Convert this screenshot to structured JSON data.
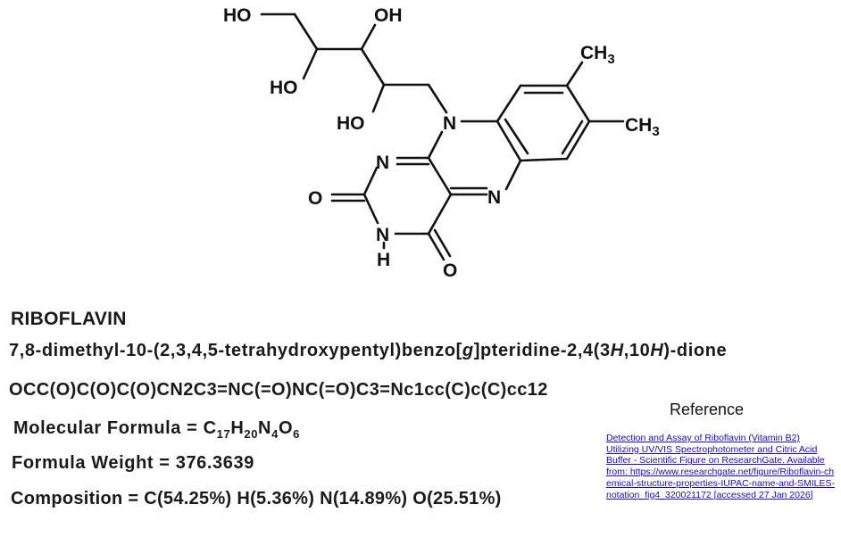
{
  "molecule": {
    "atoms": {
      "ho_top_left": "HO",
      "oh_top": "OH",
      "ho_mid_left": "HO",
      "ho_lower": "HO",
      "n10": "N",
      "n1": "N",
      "n5": "N",
      "nh": "N",
      "h": "H",
      "o_left": "O",
      "o_bottom": "O",
      "ch3_top": "CH3",
      "ch3_right": "CH3"
    }
  },
  "compound": {
    "name": "RIBOFLAVIN",
    "iupac_prefix": "7,8-dimethyl-10-(2,3,4,5-tetrahydroxypentyl)benzo[",
    "iupac_g": "g",
    "iupac_mid": "]pteridine-2,4(3",
    "iupac_h1": "H",
    "iupac_mid2": ",10",
    "iupac_h2": "H",
    "iupac_end": ")-dione",
    "smiles": "OCC(O)C(O)C(O)CN2C3=NC(=O)NC(=O)C3=Nc1cc(C)c(C)cc12",
    "formula_label": "Molecular Formula = ",
    "formula": {
      "c": "C",
      "c_n": "17",
      "h": "H",
      "h_n": "20",
      "n": "N",
      "n_n": "4",
      "o": "O",
      "o_n": "6"
    },
    "weight_text": "Formula Weight = 376.3639",
    "composition_text": "Composition =  C(54.25%) H(5.36%) N(14.89%) O(25.51%)"
  },
  "reference": {
    "title": "Reference",
    "citation": "Detection and Assay of Riboflavin (Vitamin B2) Utilizing UV/VIS Spectrophotometer and Citric Acid Buffer - Scientific Figure on ResearchGate. Available from:",
    "url_text": "https://www.researchgate.net/figure/Riboflavin-chemical-structure-properties-IUPAC-name-and-SMILES-notation_fig4_320021172 [accessed 27 Jan 2026]"
  }
}
